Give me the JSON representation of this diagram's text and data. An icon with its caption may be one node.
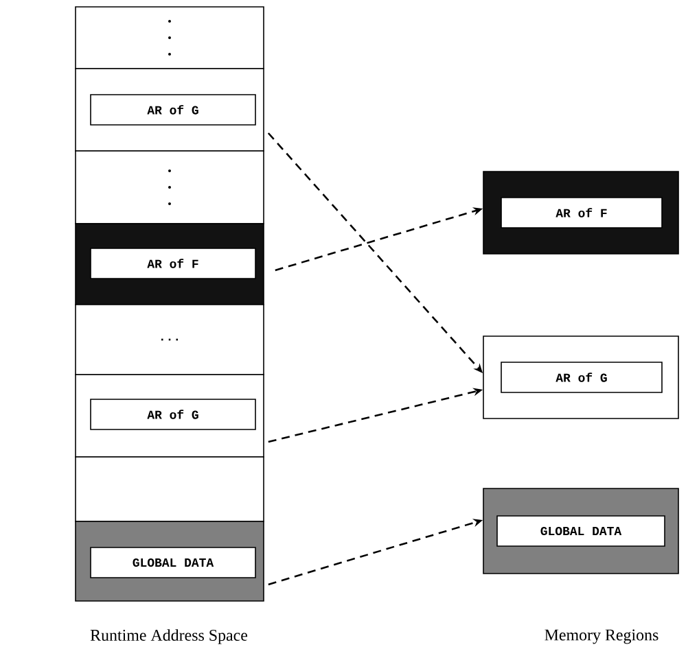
{
  "diagram": {
    "nodes": [
      {
        "text": [],
        "shape": "box"
      },
      {
        "text": [],
        "shape": "box"
      },
      {
        "text": [
          "AR of G"
        ],
        "in": 1
      },
      {
        "text": [],
        "shape": "box"
      },
      {
        "text": [],
        "shape": "box"
      },
      {
        "text": [
          "AR of F"
        ],
        "in": 4
      },
      {
        "text": [
          "..."
        ]
      },
      {
        "text": [],
        "shape": "box"
      },
      {
        "text": [
          "AR of G"
        ],
        "in": 7
      },
      {
        "text": [],
        "shape": "box"
      },
      {
        "text": [],
        "shape": "box"
      },
      {
        "text": [
          "GLOBAL DATA"
        ],
        "in": 10
      },
      {
        "text": [],
        "shape": "box"
      },
      {
        "text": [
          "AR of F"
        ],
        "in": 12
      },
      {
        "text": [],
        "shape": "box"
      },
      {
        "text": [
          "AR of G"
        ],
        "in": 14
      },
      {
        "text": [],
        "shape": "box"
      },
      {
        "text": [
          "GLOBAL DATA"
        ],
        "in": 16
      }
    ],
    "edges": [
      {
        "from": 1,
        "to": 14,
        "arrow": "to",
        "style": "dashed"
      },
      {
        "from": 4,
        "to": 12,
        "arrow": "to",
        "style": "dashed"
      },
      {
        "from": 7,
        "to": 14,
        "arrow": "to",
        "style": "dashed"
      },
      {
        "from": 10,
        "to": 16,
        "arrow": "to",
        "style": "dashed"
      }
    ],
    "labels": [
      "Runtime Address Space",
      "Memory Regions"
    ]
  }
}
